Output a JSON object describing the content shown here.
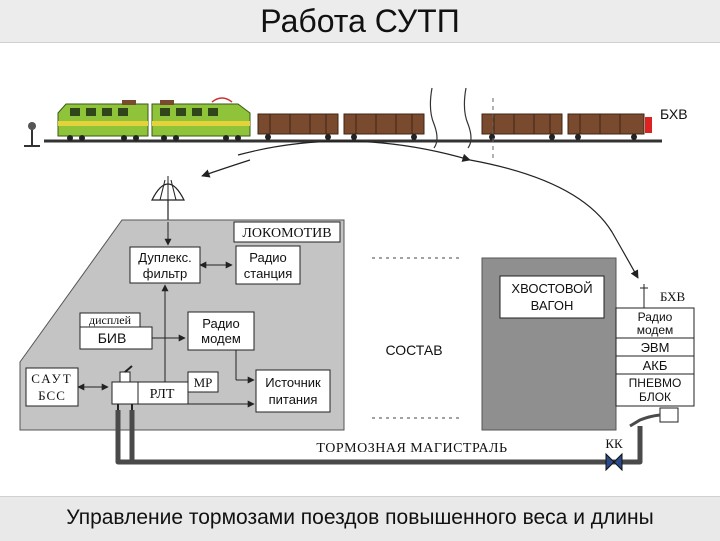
{
  "title": "Работа СУТП",
  "footer": "Управление тормозами поездов повышенного веса и длины",
  "labels": {
    "bhv_top": "БХВ",
    "lokomotiv": "ЛОКОМОТИВ",
    "duplex_1": "Дуплекс.",
    "duplex_2": "фильтр",
    "radio_st_1": "Радио",
    "radio_st_2": "станция",
    "display": "дисплей",
    "biv": "БИВ",
    "radio_modem_1": "Радио",
    "radio_modem_2": "модем",
    "saut_1": "САУТ",
    "saut_2": "БСС",
    "rlt": "РЛТ",
    "mr": "МР",
    "power_1": "Источник",
    "power_2": "питания",
    "sostav": "СОСТАВ",
    "tail_car_1": "ХВОСТОВОЙ",
    "tail_car_2": "ВАГОН",
    "bhv_unit": "БХВ",
    "tail_radio_1": "Радио",
    "tail_radio_2": "модем",
    "evm": "ЭВМ",
    "akb": "АКБ",
    "pneumo_1": "ПНЕВМО",
    "pneumo_2": "БЛОК",
    "brake_line": "ТОРМОЗНАЯ МАГИСТРАЛЬ",
    "kk": "КК"
  },
  "colors": {
    "loco_body": "#8fc43a",
    "loco_stripe": "#e3d23a",
    "wagon": "#7a4a2e",
    "panel": "#c4c4c4",
    "tail_car": "#8f8f8f",
    "pipe": "#4a4a4a",
    "rail": "#333333"
  }
}
